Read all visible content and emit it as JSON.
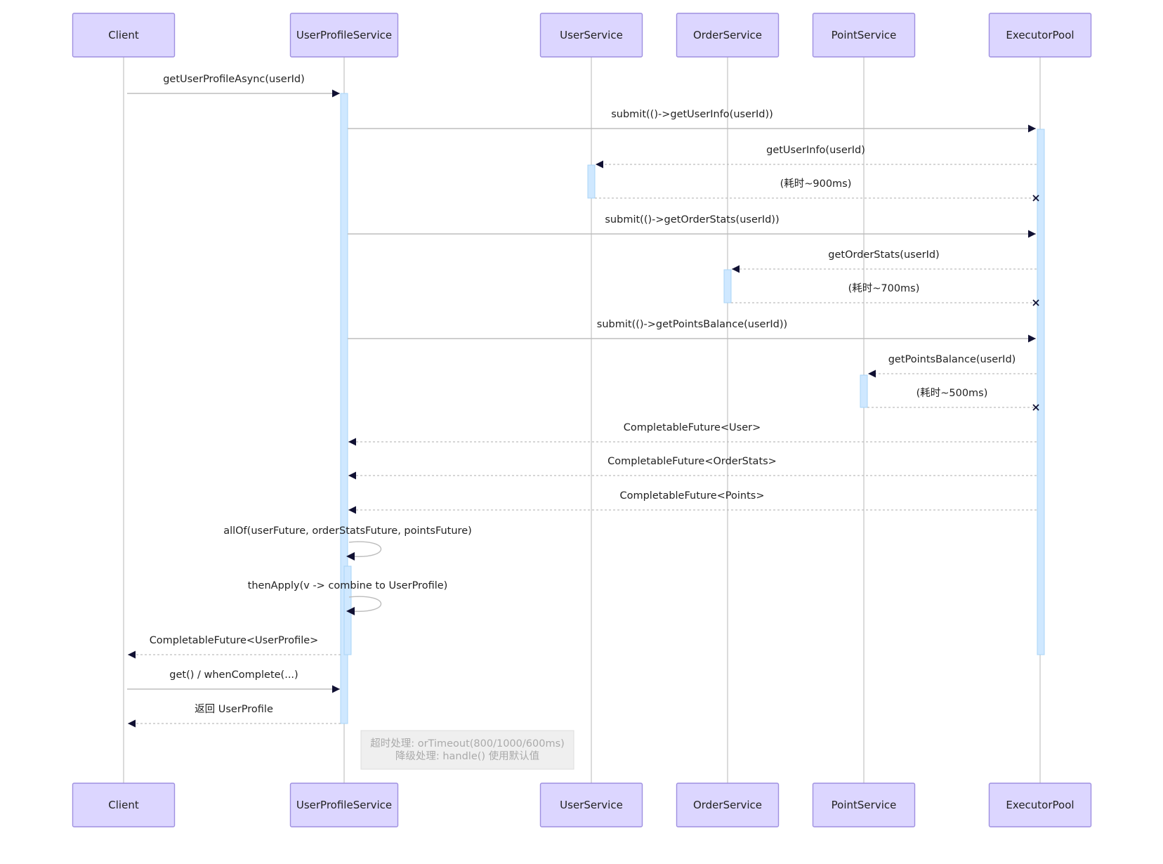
{
  "participants": [
    {
      "id": "client",
      "label": "Client"
    },
    {
      "id": "ups",
      "label": "UserProfileService"
    },
    {
      "id": "us",
      "label": "UserService"
    },
    {
      "id": "os",
      "label": "OrderService"
    },
    {
      "id": "ps",
      "label": "PointService"
    },
    {
      "id": "ep",
      "label": "ExecutorPool"
    }
  ],
  "messages": [
    {
      "from": "client",
      "to": "ups",
      "label": "getUserProfileAsync(userId)",
      "style": "solid",
      "head": "arrow"
    },
    {
      "from": "ups",
      "to": "ep",
      "label": "submit(()->getUserInfo(userId))",
      "style": "solid",
      "head": "arrow"
    },
    {
      "from": "ep",
      "to": "us",
      "label": "getUserInfo(userId)",
      "style": "dashed",
      "head": "arrow"
    },
    {
      "from": "us",
      "to": "ep",
      "label": "(耗时~900ms)",
      "style": "dashed",
      "head": "cross"
    },
    {
      "from": "ups",
      "to": "ep",
      "label": "submit(()->getOrderStats(userId))",
      "style": "solid",
      "head": "arrow"
    },
    {
      "from": "ep",
      "to": "os",
      "label": "getOrderStats(userId)",
      "style": "dashed",
      "head": "arrow"
    },
    {
      "from": "os",
      "to": "ep",
      "label": "(耗时~700ms)",
      "style": "dashed",
      "head": "cross"
    },
    {
      "from": "ups",
      "to": "ep",
      "label": "submit(()->getPointsBalance(userId))",
      "style": "solid",
      "head": "arrow"
    },
    {
      "from": "ep",
      "to": "ps",
      "label": "getPointsBalance(userId)",
      "style": "dashed",
      "head": "arrow"
    },
    {
      "from": "ps",
      "to": "ep",
      "label": "(耗时~500ms)",
      "style": "dashed",
      "head": "cross"
    },
    {
      "from": "ep",
      "to": "ups",
      "label": "CompletableFuture<User>",
      "style": "dashed",
      "head": "arrow"
    },
    {
      "from": "ep",
      "to": "ups",
      "label": "CompletableFuture<OrderStats>",
      "style": "dashed",
      "head": "arrow"
    },
    {
      "from": "ep",
      "to": "ups",
      "label": "CompletableFuture<Points>",
      "style": "dashed",
      "head": "arrow"
    },
    {
      "from": "ups",
      "to": "ups",
      "label": "allOf(userFuture, orderStatsFuture, pointsFuture)",
      "style": "solid",
      "head": "arrow"
    },
    {
      "from": "ups",
      "to": "ups",
      "label": "thenApply(v -> combine to UserProfile)",
      "style": "solid",
      "head": "arrow"
    },
    {
      "from": "ups",
      "to": "client",
      "label": "CompletableFuture<UserProfile>",
      "style": "dashed",
      "head": "arrow"
    },
    {
      "from": "client",
      "to": "ups",
      "label": "get() / whenComplete(...)",
      "style": "solid",
      "head": "arrow"
    },
    {
      "from": "ups",
      "to": "client",
      "label": "返回 UserProfile",
      "style": "dashed",
      "head": "arrow"
    }
  ],
  "note": {
    "lines": [
      "超时处理: orTimeout(800/1000/600ms)",
      "降级处理: handle() 使用默认值"
    ]
  },
  "colors": {
    "actor_fill": "#dcd6ff",
    "actor_stroke": "#9e8fe0",
    "activation_fill": "#cfe8ff",
    "lifeline": "#cfcfcf",
    "arrow": "#111133",
    "note_fill": "#efefef",
    "note_text": "#aaaaaa"
  }
}
